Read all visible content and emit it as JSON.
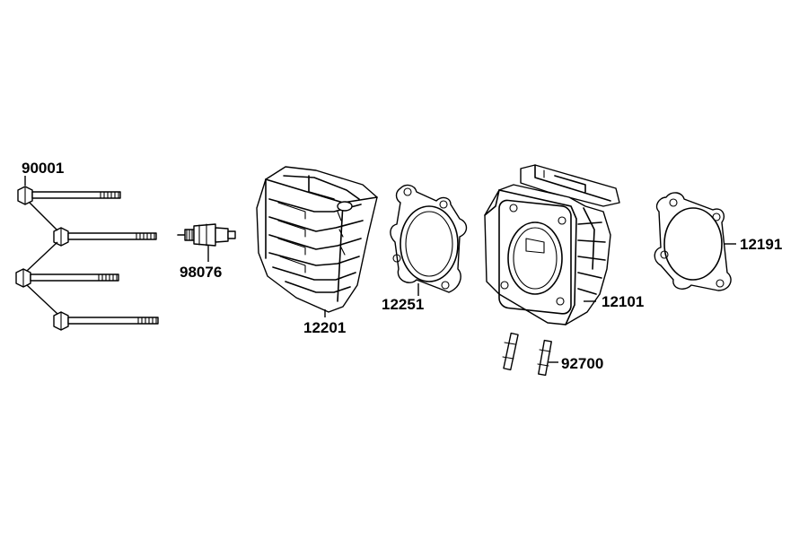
{
  "diagram": {
    "parts": {
      "bolts": "90001",
      "spark_plug": "98076",
      "cylinder_head": "12201",
      "head_gasket": "12251",
      "cylinder": "12101",
      "base_gasket": "12191",
      "dowel_pins": "92700"
    }
  }
}
